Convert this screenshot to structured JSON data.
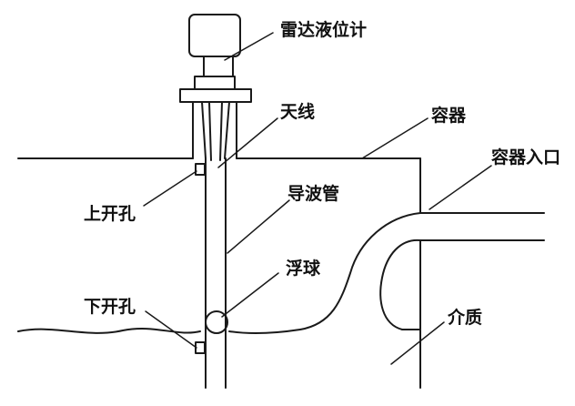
{
  "labels": {
    "radar_gauge": "雷达液位计",
    "antenna": "天线",
    "container": "容器",
    "container_inlet": "容器入口",
    "upper_hole": "上开孔",
    "waveguide": "导波管",
    "float_ball": "浮球",
    "lower_hole": "下开孔",
    "medium": "介质"
  },
  "colors": {
    "stroke": "#1a1a1a",
    "background": "#ffffff"
  }
}
